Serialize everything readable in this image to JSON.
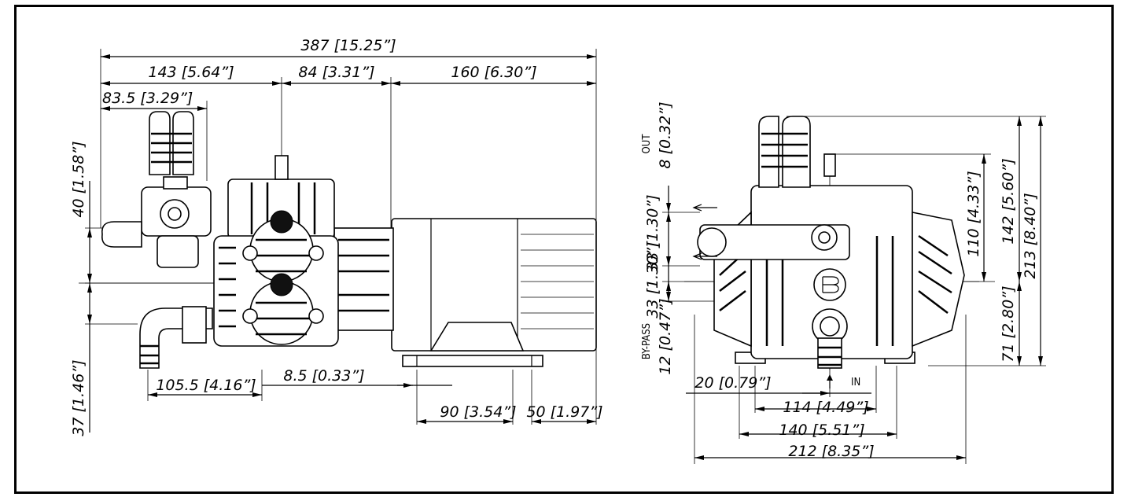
{
  "drawing": {
    "side_view": {
      "dims": {
        "overall_length": "387 [15.25”]",
        "head_length": "143 [5.64”]",
        "mid_length": "84 [3.31”]",
        "motor_length": "160 [6.30”]",
        "valve_offset": "83.5 [3.29”]",
        "outlet_height": "40 [1.58”]",
        "inlet_height": "37 [1.46”]",
        "inlet_offset": "105.5 [4.16”]",
        "foot_offset": "8.5 [0.33”]",
        "foot_spacing": "90 [3.54”]",
        "foot_end": "50 [1.97”]"
      }
    },
    "front_view": {
      "labels": {
        "out": "OUT",
        "bypass": "BY-PASS",
        "in": "IN"
      },
      "dims": {
        "out_offset": "8 [0.32”]",
        "port_height": "33 [1.30”]",
        "bypass_offset": "12 [0.47”]",
        "height_110": "110 [4.33”]",
        "height_142": "142 [5.60”]",
        "height_213": "213 [8.40”]",
        "height_71": "71 [2.80”]",
        "inlet_offset": "20 [0.79”]",
        "foot_114": "114 [4.49”]",
        "foot_140": "140 [5.51”]",
        "width_212": "212 [8.35”]"
      }
    }
  }
}
